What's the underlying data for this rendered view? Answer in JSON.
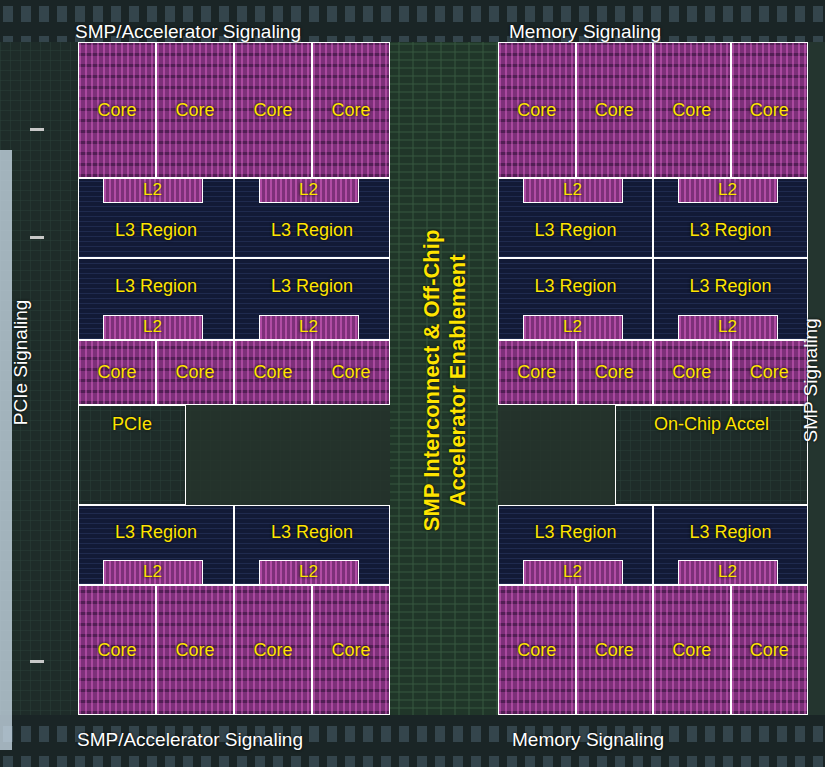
{
  "diagram": {
    "nodes": [
      {
        "text": [
          "Core"
        ]
      },
      {
        "text": [
          "Core"
        ]
      },
      {
        "text": [
          "Core"
        ]
      },
      {
        "text": [
          "Core"
        ]
      },
      {
        "text": [
          "Core"
        ]
      },
      {
        "text": [
          "Core"
        ]
      },
      {
        "text": [
          "Core"
        ]
      },
      {
        "text": [
          "Core"
        ]
      },
      {
        "text": [
          "L3 Region"
        ]
      },
      {
        "text": [
          "L2"
        ],
        "in": 8
      },
      {
        "text": [
          "L3 Region"
        ]
      },
      {
        "text": [
          "L2"
        ],
        "in": 10
      },
      {
        "text": [
          "L3 Region"
        ]
      },
      {
        "text": [
          "L2"
        ],
        "in": 12
      },
      {
        "text": [
          "L3 Region"
        ]
      },
      {
        "text": [
          "L2"
        ],
        "in": 14
      },
      {
        "text": [
          "L3 Region"
        ]
      },
      {
        "text": [
          "L2"
        ],
        "in": 16
      },
      {
        "text": [
          "L3 Region"
        ]
      },
      {
        "text": [
          "L2"
        ],
        "in": 18
      },
      {
        "text": [
          "L3 Region"
        ]
      },
      {
        "text": [
          "L2"
        ],
        "in": 20
      },
      {
        "text": [
          "L3 Region"
        ]
      },
      {
        "text": [
          "L2"
        ],
        "in": 22
      },
      {
        "text": [
          "Core"
        ]
      },
      {
        "text": [
          "Core"
        ]
      },
      {
        "text": [
          "Core"
        ]
      },
      {
        "text": [
          "Core"
        ]
      },
      {
        "text": [
          "Core"
        ]
      },
      {
        "text": [
          "Core"
        ]
      },
      {
        "text": [
          "Core"
        ]
      },
      {
        "text": [
          "Core"
        ]
      },
      {
        "text": [
          "PCIe"
        ]
      },
      {
        "text": [
          "On-Chip Accel"
        ]
      },
      {
        "text": [
          "L3 Region"
        ]
      },
      {
        "text": [
          "L2"
        ],
        "in": 34
      },
      {
        "text": [
          "L3 Region"
        ]
      },
      {
        "text": [
          "L2"
        ],
        "in": 36
      },
      {
        "text": [
          "L3 Region"
        ]
      },
      {
        "text": [
          "L2"
        ],
        "in": 38
      },
      {
        "text": [
          "L3 Region"
        ]
      },
      {
        "text": [
          "L2"
        ],
        "in": 40
      },
      {
        "text": [
          "Core"
        ]
      },
      {
        "text": [
          "Core"
        ]
      },
      {
        "text": [
          "Core"
        ]
      },
      {
        "text": [
          "Core"
        ]
      },
      {
        "text": [
          "Core"
        ]
      },
      {
        "text": [
          "Core"
        ]
      },
      {
        "text": [
          "Core"
        ]
      },
      {
        "text": [
          "Core"
        ]
      }
    ],
    "labels": [
      "SMP/Accelerator Signaling",
      "Memory Signaling",
      "PCIe Signaling",
      "SMP Interconnect & Off-Chip Accelerator Enablement",
      "SMP Signaling",
      "SMP/Accelerator Signaling",
      "Memory Signaling"
    ]
  }
}
